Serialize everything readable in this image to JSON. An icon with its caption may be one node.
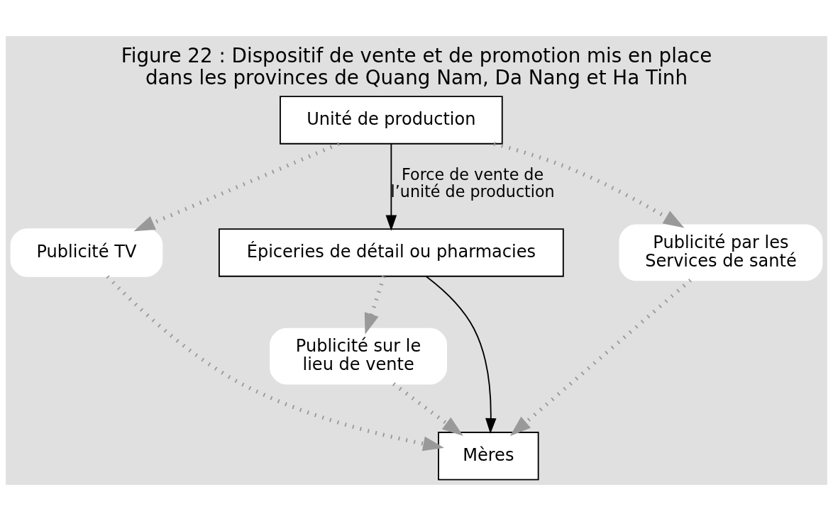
{
  "diagram": {
    "title": "Figure 22 : Dispositif de vente et de promotion mis en place dans les provinces de Quang Nam, Da Nang et Ha Tinh",
    "nodes": [
      {
        "text": [
          "Unité de production"
        ]
      },
      {
        "text": [
          "Publicité TV"
        ]
      },
      {
        "text": [
          "Épiceries de détail ou pharmacies"
        ]
      },
      {
        "text": [
          "Publicité par les Services de santé"
        ]
      },
      {
        "text": [
          "Publicité sur le lieu de vente"
        ]
      },
      {
        "text": [
          "Mères"
        ]
      }
    ],
    "edges": [
      {
        "from": 0,
        "to": 1,
        "arrow": "to",
        "style": "dashed",
        "color": "#999999"
      },
      {
        "from": 0,
        "to": 2,
        "arrow": "to",
        "color": "#000000",
        "label": "Force de vente de l’unité de production"
      },
      {
        "from": 0,
        "to": 3,
        "arrow": "to",
        "style": "dashed",
        "color": "#999999"
      },
      {
        "from": 1,
        "to": 5,
        "arrow": "to",
        "style": "dashed",
        "color": "#999999"
      },
      {
        "from": 2,
        "to": 4,
        "arrow": "to",
        "style": "dashed",
        "color": "#999999"
      },
      {
        "from": 2,
        "to": 5,
        "arrow": "to",
        "color": "#000000"
      },
      {
        "from": 4,
        "to": 5,
        "arrow": "to",
        "style": "dashed",
        "color": "#999999"
      },
      {
        "from": 3,
        "to": 5,
        "arrow": "to",
        "style": "dashed",
        "color": "#999999"
      }
    ]
  }
}
